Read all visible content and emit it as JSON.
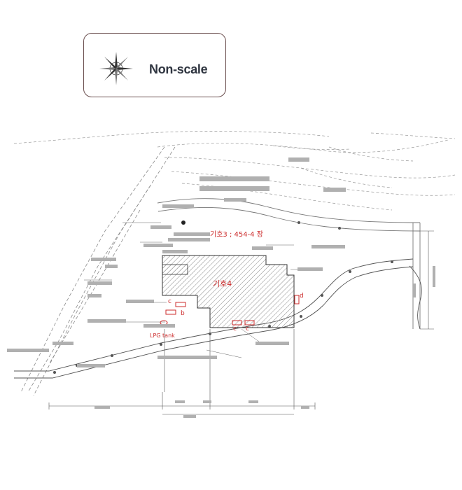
{
  "legend": {
    "scale_text": "Non-scale",
    "icon": "compass-rose-icon"
  },
  "labels": {
    "site3": "기호3 ; 454-4 장",
    "site4": "기호4",
    "c1": "c",
    "b": "b",
    "c2": "c",
    "c3": "c",
    "d": "d",
    "lpg": "LPG tank"
  },
  "colors": {
    "annotation_red": "#cc2b2b",
    "legend_border": "#6b4f4f",
    "legend_text": "#2f3540"
  }
}
